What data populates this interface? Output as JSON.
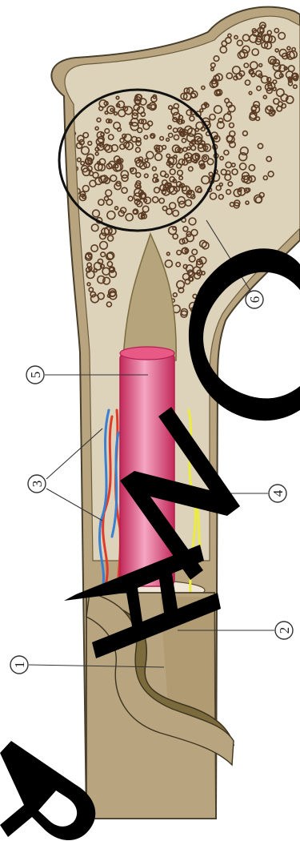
{
  "diagram": {
    "colors": {
      "bone_fill": "#b8a57f",
      "bone_outline": "#4a3f2c",
      "inner_cavity": "#ded4bf",
      "spongy_dot": "#5b3a22",
      "cartilage_cone": "#b5a47c",
      "marrow_red": "#e23d6e",
      "marrow_highlight": "#f5a6c2",
      "periosteum_flap": "#7a6a3c",
      "artery": "#e03a2a",
      "vein": "#3a7fd0",
      "nerve": "#ecec40",
      "watermark": "#000000"
    },
    "callouts": [
      {
        "id": "1",
        "label": "1",
        "target": "periosteum-flap"
      },
      {
        "id": "2",
        "label": "2",
        "target": "compact-bone"
      },
      {
        "id": "3",
        "label": "3",
        "target": "blood-vessels"
      },
      {
        "id": "4",
        "label": "4",
        "target": "nerve"
      },
      {
        "id": "5",
        "label": "5",
        "target": "bone-marrow"
      },
      {
        "id": "6",
        "label": "6",
        "target": "spongy-bone"
      }
    ],
    "watermark": {
      "text": "RANC",
      "icon": "watermark-letters"
    }
  }
}
